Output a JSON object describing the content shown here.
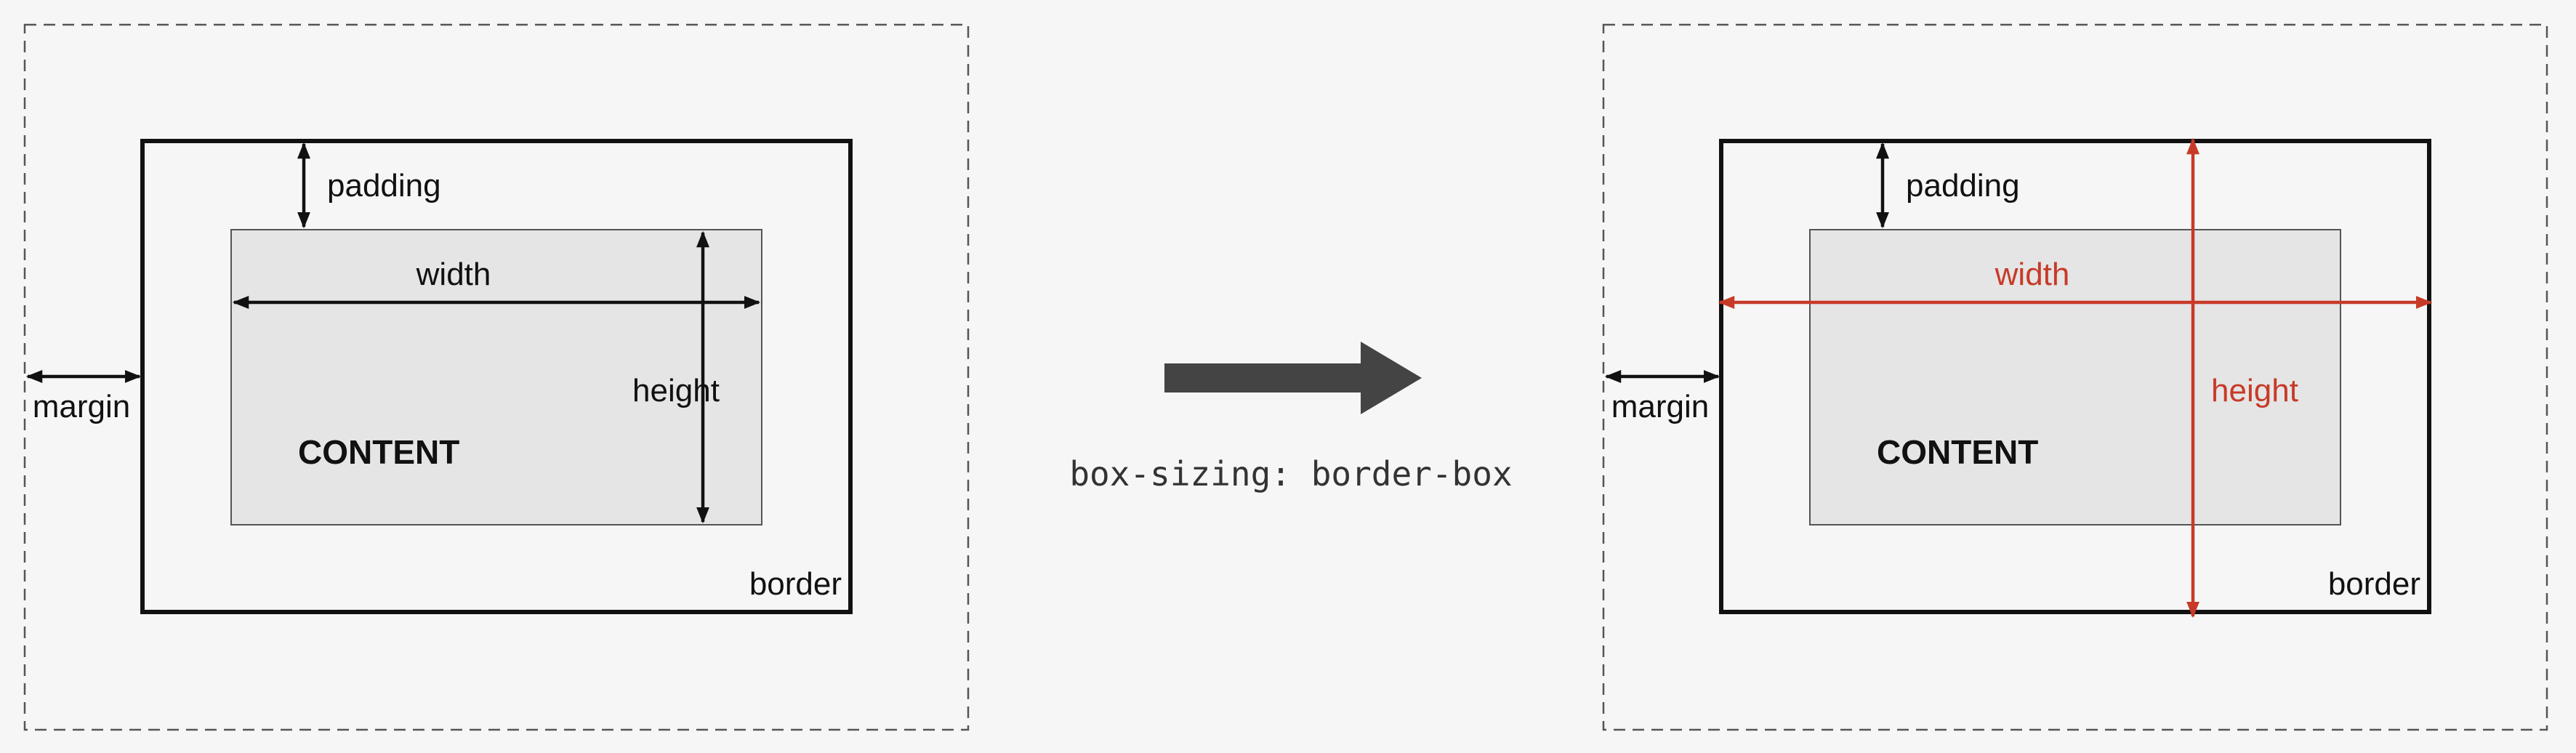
{
  "standard_box": {
    "margin_label": "margin",
    "padding_label": "padding",
    "border_label": "border",
    "content_label": "CONTENT",
    "width_label": "width",
    "height_label": "height"
  },
  "transition": {
    "caption": "box-sizing: border-box"
  },
  "border_box": {
    "margin_label": "margin",
    "padding_label": "padding",
    "border_label": "border",
    "content_label": "CONTENT",
    "width_label": "width",
    "height_label": "height"
  },
  "colors": {
    "background": "#f6f6f6",
    "content_fill": "#e5e5e5",
    "standard_arrow": "#111111",
    "border_box_arrow": "#c83a28",
    "transition_arrow": "#444444"
  }
}
